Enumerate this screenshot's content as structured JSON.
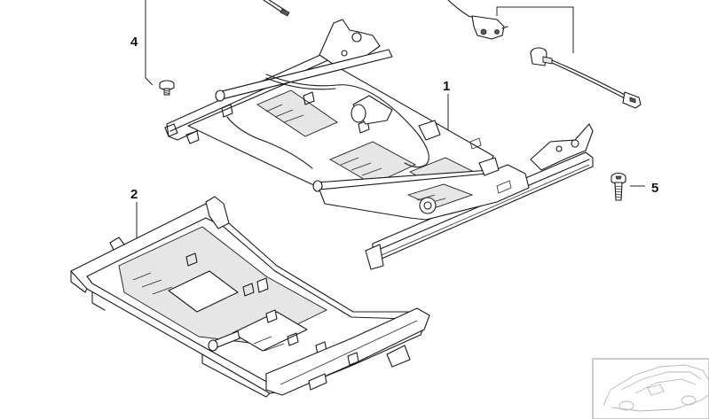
{
  "callouts": {
    "c1": "1",
    "c2": "2",
    "c4": "4",
    "c5": "5"
  },
  "parts": {
    "seat_frame": "seat-frame-upper",
    "lower_tray": "seat-base-tray",
    "screw": "mounting-screw",
    "bolt": "torx-bolt",
    "cable_sensor": "connector-cable",
    "thumbnail": "vehicle-thumbnail"
  },
  "colors": {
    "ink": "#1a1a1a",
    "background": "#ffffff",
    "thumb_stroke": "#b5b5b5"
  }
}
